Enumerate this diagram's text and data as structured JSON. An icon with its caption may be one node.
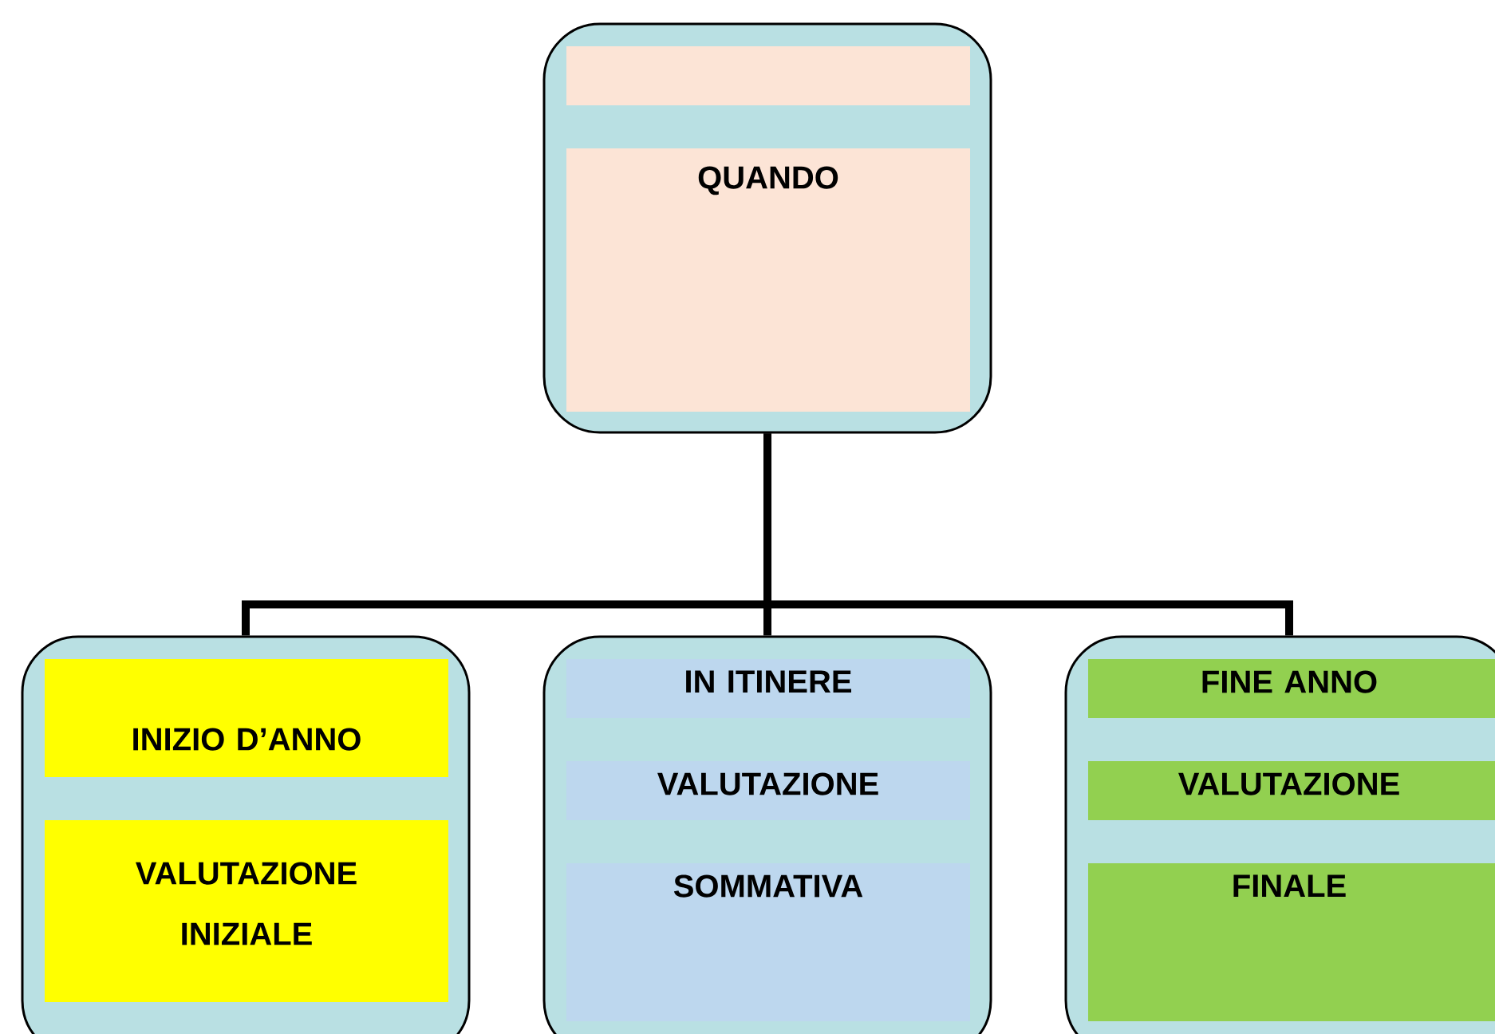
{
  "diagram": {
    "nodes": [
      {
        "text": [
          "QUANDO"
        ]
      },
      {
        "text": [
          "INIZIO D’ANNO",
          "VALUTAZIONE INIZIALE"
        ]
      },
      {
        "text": [
          "IN ITINERE",
          "VALUTAZIONE",
          "SOMMATIVA"
        ]
      },
      {
        "text": [
          "FINE ANNO",
          "VALUTAZIONE",
          "FINALE"
        ]
      }
    ],
    "edges": [
      {
        "from": 0,
        "to": 1,
        "arrow": "none"
      },
      {
        "from": 0,
        "to": 2,
        "arrow": "none"
      },
      {
        "from": 0,
        "to": 3,
        "arrow": "none"
      }
    ]
  }
}
